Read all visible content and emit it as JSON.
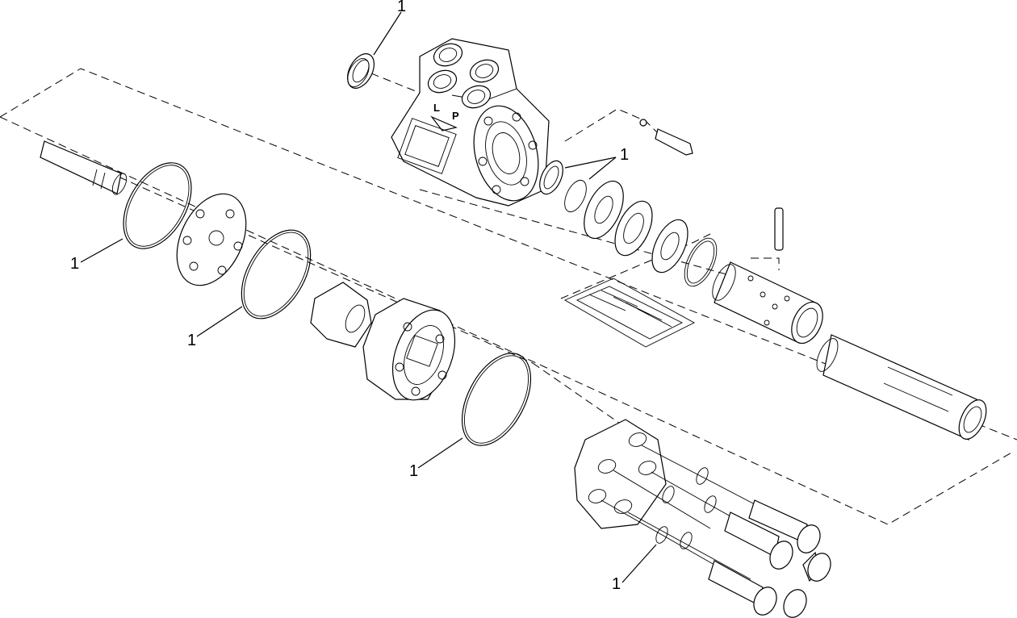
{
  "diagram": {
    "callouts": [
      {
        "id": "seal-top",
        "text": "1"
      },
      {
        "id": "seals-center",
        "text": "1"
      },
      {
        "id": "ring-left",
        "text": "1"
      },
      {
        "id": "ring-second",
        "text": "1"
      },
      {
        "id": "ring-lower",
        "text": "1"
      },
      {
        "id": "orings-bolts",
        "text": "1"
      }
    ],
    "housing_marks": {
      "left_port": "L",
      "pressure_port": "P"
    }
  }
}
